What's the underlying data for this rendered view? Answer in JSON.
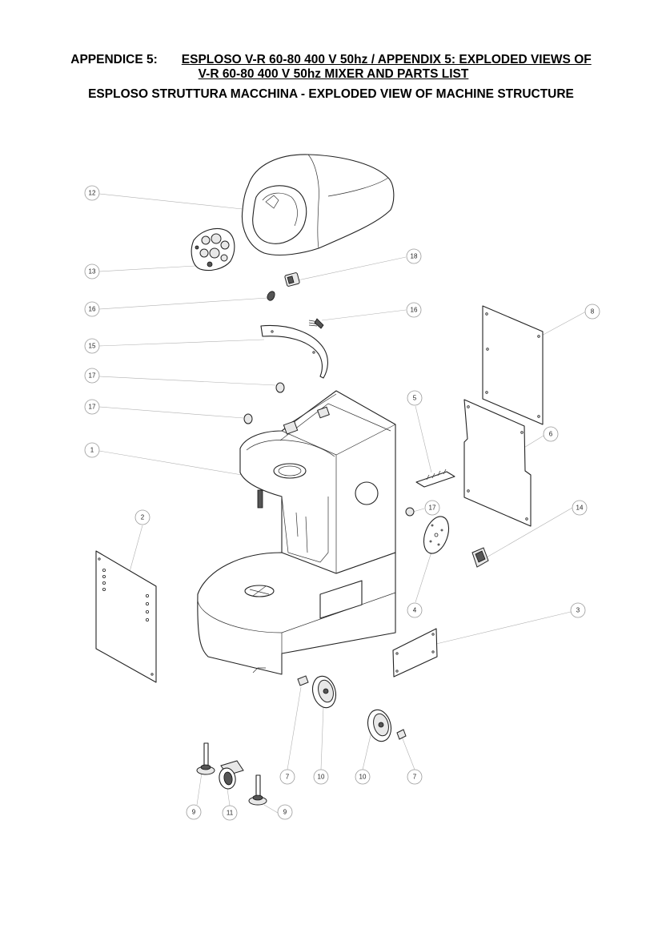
{
  "header": {
    "line1_lead": "APPENDICE 5:",
    "line1_title": "ESPLOSO  V-R 60-80 400 V 50hz /  APPENDIX 5:   EXPLODED VIEWS OF",
    "line2": "V-R 60-80 400 V 50hz  MIXER AND PARTS LIST",
    "line3": "ESPLOSO STRUTTURA MACCHINA - EXPLODED VIEW OF MACHINE STRUCTURE"
  },
  "callouts": [
    {
      "id": "c12",
      "label": "12"
    },
    {
      "id": "c13",
      "label": "13"
    },
    {
      "id": "c18",
      "label": "18"
    },
    {
      "id": "c16a",
      "label": "16"
    },
    {
      "id": "c16b",
      "label": "16"
    },
    {
      "id": "c8",
      "label": "8"
    },
    {
      "id": "c15",
      "label": "15"
    },
    {
      "id": "c17a",
      "label": "17"
    },
    {
      "id": "c5",
      "label": "5"
    },
    {
      "id": "c17b",
      "label": "17"
    },
    {
      "id": "c6",
      "label": "6"
    },
    {
      "id": "c1",
      "label": "1"
    },
    {
      "id": "c17c",
      "label": "17"
    },
    {
      "id": "c14",
      "label": "14"
    },
    {
      "id": "c2",
      "label": "2"
    },
    {
      "id": "c4",
      "label": "4"
    },
    {
      "id": "c3",
      "label": "3"
    },
    {
      "id": "c7a",
      "label": "7"
    },
    {
      "id": "c10a",
      "label": "10"
    },
    {
      "id": "c10b",
      "label": "10"
    },
    {
      "id": "c7b",
      "label": "7"
    },
    {
      "id": "c9a",
      "label": "9"
    },
    {
      "id": "c11",
      "label": "11"
    },
    {
      "id": "c9b",
      "label": "9"
    }
  ]
}
